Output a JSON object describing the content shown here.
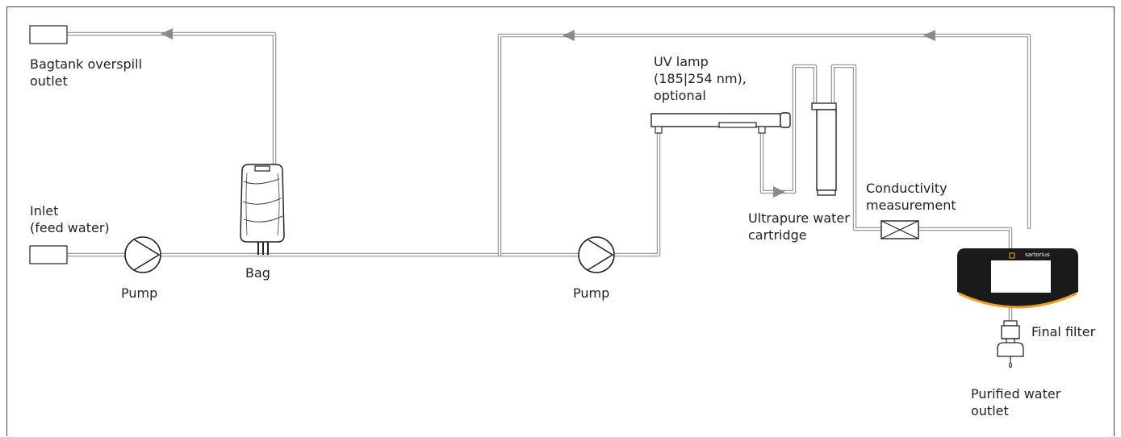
{
  "labels": {
    "bagtank_outlet": [
      "Bagtank overspill",
      "outlet"
    ],
    "inlet": [
      "Inlet",
      "(feed water)"
    ],
    "pump_1": "Pump",
    "bag": "Bag",
    "pump_2": "Pump",
    "uv_lamp": [
      "UV lamp",
      "(185|254 nm),",
      "optional"
    ],
    "cartridge": [
      "Ultrapure water",
      "cartridge"
    ],
    "conductivity": [
      "Conductivity",
      "measurement"
    ],
    "final_filter": "Final filter",
    "purified_outlet": [
      "Purified water",
      "outlet"
    ],
    "device_brand": "sartorius"
  },
  "colors": {
    "pipe": "#9a9a9a",
    "arrow": "#8a8a8a",
    "device_body": "#1a1a1a",
    "device_accent": "#f0a020"
  }
}
